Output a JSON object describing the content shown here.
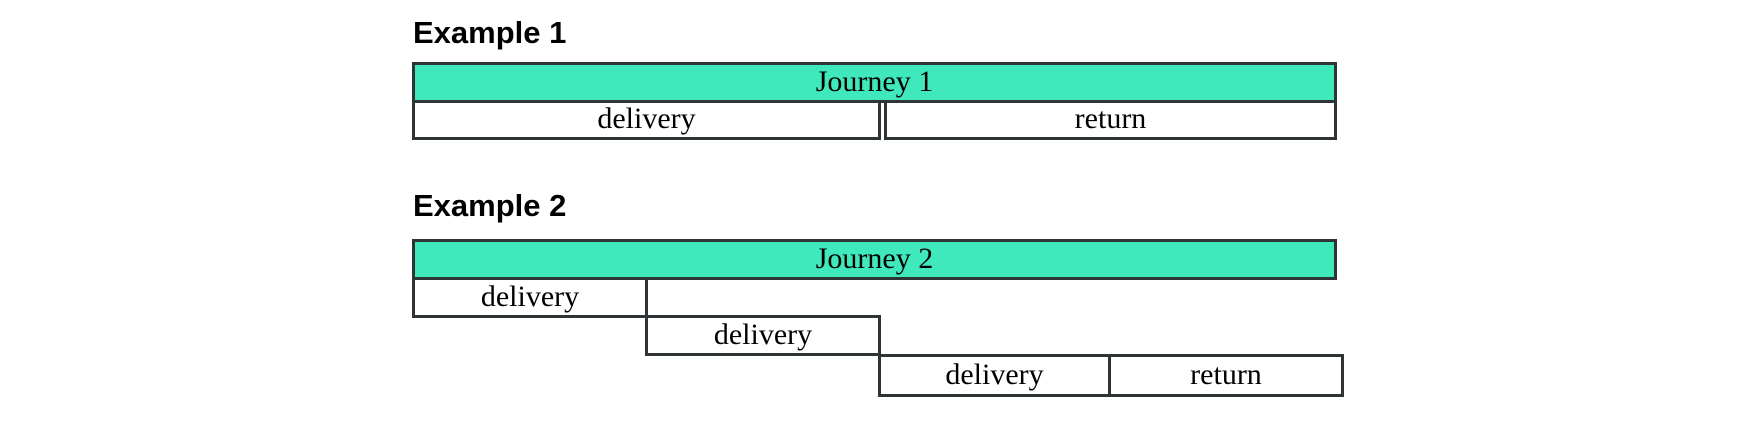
{
  "colors": {
    "journey_fill": "#3FE9BB",
    "box_fill": "#ffffff",
    "border": "#2f3437",
    "text": "#000000",
    "background": "#ffffff"
  },
  "examples": [
    {
      "heading": "Example 1",
      "journey_label": "Journey 1",
      "segments": [
        {
          "label": "delivery"
        },
        {
          "label": "return"
        }
      ]
    },
    {
      "heading": "Example 2",
      "journey_label": "Journey 2",
      "segments": [
        {
          "label": "delivery"
        },
        {
          "label": "delivery"
        },
        {
          "label": "delivery"
        },
        {
          "label": "return"
        }
      ]
    }
  ]
}
